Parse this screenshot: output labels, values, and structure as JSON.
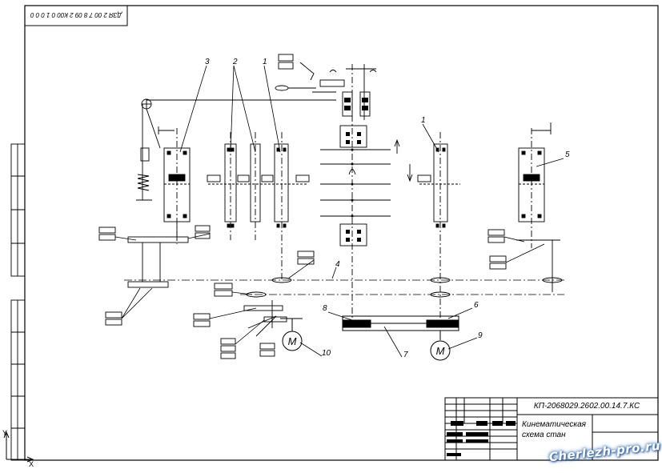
{
  "stamp": {
    "top_left_code": "ДЗЯ 2 00 7 8 09 2 К00 0 1 0 0 0",
    "designation": "КП-2068029.2602.00.14.7.КС",
    "title_line1": "Кинематическая",
    "title_line2": "схема стан"
  },
  "axes": {
    "x_label": "X",
    "y_label": "Y"
  },
  "part_numbers": {
    "n1_left": "1",
    "n2": "2",
    "n3": "3",
    "n1_right": "1",
    "n5": "5",
    "n4": "4",
    "n6": "6",
    "n7": "7",
    "n8": "8",
    "n9": "9",
    "n10": "10"
  },
  "motor_label": "M",
  "watermark": "Cherlezh-pro.ru",
  "colors": {
    "line": "#000000",
    "background": "#ffffff",
    "watermark_glow": "#3a6fb0"
  }
}
